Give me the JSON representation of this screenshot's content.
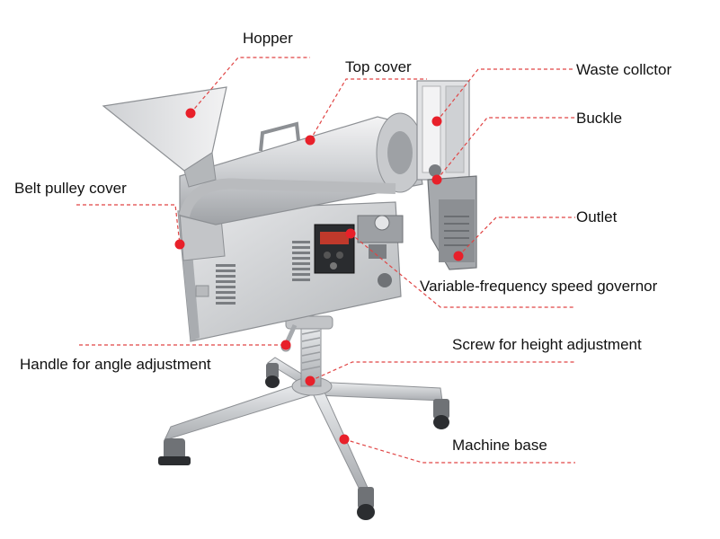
{
  "labels": {
    "hopper": "Hopper",
    "top_cover": "Top cover",
    "waste_collector": "Waste collctor",
    "buckle": "Buckle",
    "belt_pulley_cover": "Belt pulley cover",
    "outlet": "Outlet",
    "speed_governor": "Variable-frequency speed governor",
    "height_screw": "Screw for height adjustment",
    "angle_handle": "Handle for angle adjustment",
    "machine_base": "Machine base"
  },
  "colors": {
    "leader_line": "#e04545",
    "marker": "#e8202a",
    "steel_light": "#d9dadc",
    "steel_mid": "#b7b9bc",
    "steel_dark": "#8d9094"
  }
}
